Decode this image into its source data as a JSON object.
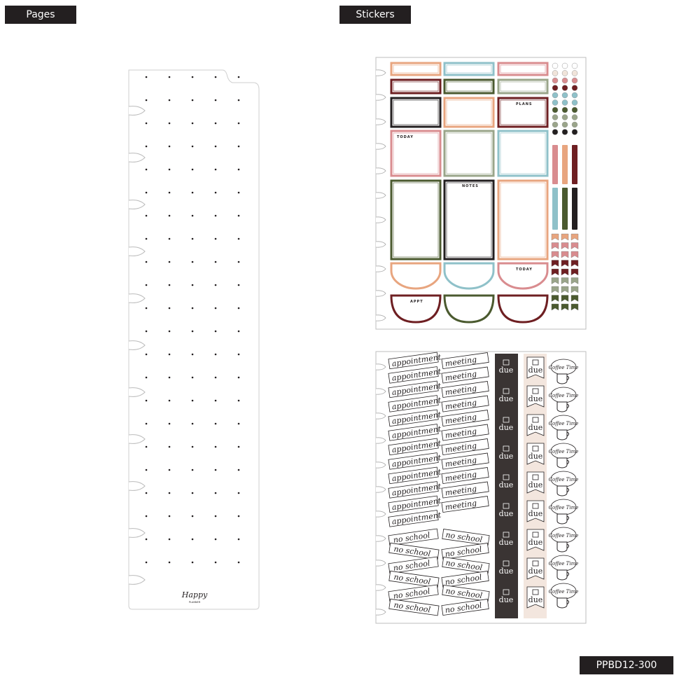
{
  "labels": {
    "pages": "Pages",
    "stickers": "Stickers"
  },
  "sku": "PPBD12-300",
  "page_brand": {
    "logo": "Happy",
    "sub": "PLANNER"
  },
  "sticker_sheet_1": {
    "words": {
      "today": "TODAY",
      "plans": "PLANS",
      "notes": "NOTES",
      "today2": "TODAY",
      "appt": "APPT"
    },
    "colors": {
      "rose": "#d98c8f",
      "peach": "#e8a57f",
      "blue": "#8fc1c9",
      "maroon": "#6e1f22",
      "olive": "#4b5a2f",
      "black": "#231f20",
      "sage": "#9aa58a",
      "gray": "#d9d9d9",
      "cream": "#f0e4da"
    }
  },
  "sticker_sheet_2": {
    "appointment": "appointment",
    "meeting": "meeting",
    "no_school": "no school",
    "due": "due",
    "coffee": "Coffee Time"
  }
}
